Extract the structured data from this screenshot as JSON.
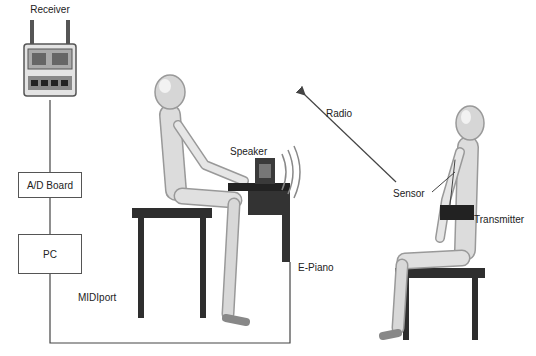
{
  "diagram": {
    "nodes": [
      {
        "text": [
          "Receiver"
        ]
      },
      {
        "text": [
          "A/D Board"
        ]
      },
      {
        "text": [
          "PC"
        ]
      }
    ],
    "edges": [
      {
        "from": 0,
        "to": 1,
        "arrow": "none"
      },
      {
        "from": 1,
        "to": 2,
        "arrow": "none"
      }
    ],
    "labels": [
      "Radio",
      "Speaker",
      "Sensor",
      "Transmitter",
      "MIDIport",
      "E-Piano"
    ]
  }
}
